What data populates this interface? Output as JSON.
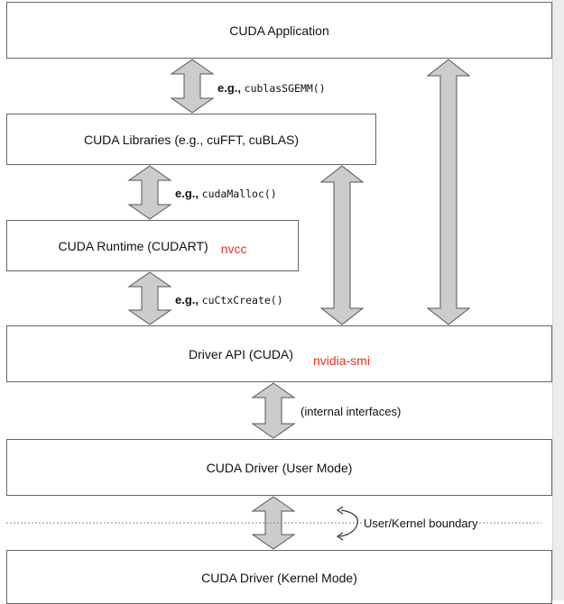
{
  "boxes": {
    "app": "CUDA Application",
    "libs": "CUDA Libraries (e.g., cuFFT, cuBLAS)",
    "runtime": "CUDA Runtime (CUDART)",
    "runtime_note": "nvcc",
    "driver_api": "Driver API (CUDA)",
    "driver_api_note": "nvidia-smi",
    "driver_user": "CUDA Driver (User Mode)",
    "driver_kernel": "CUDA Driver (Kernel Mode)"
  },
  "arrows": {
    "a1_prefix": "e.g.,",
    "a1_code": "cublasSGEMM()",
    "a2_prefix": "e.g.,",
    "a2_code": "cudaMalloc()",
    "a3_prefix": "e.g.,",
    "a3_code": "cuCtxCreate()",
    "a4_label": "(internal interfaces)",
    "boundary_label": "User/Kernel boundary"
  },
  "colors": {
    "arrow_fill": "#cccccc",
    "arrow_stroke": "#555555",
    "annotation_red": "#e8321e"
  }
}
